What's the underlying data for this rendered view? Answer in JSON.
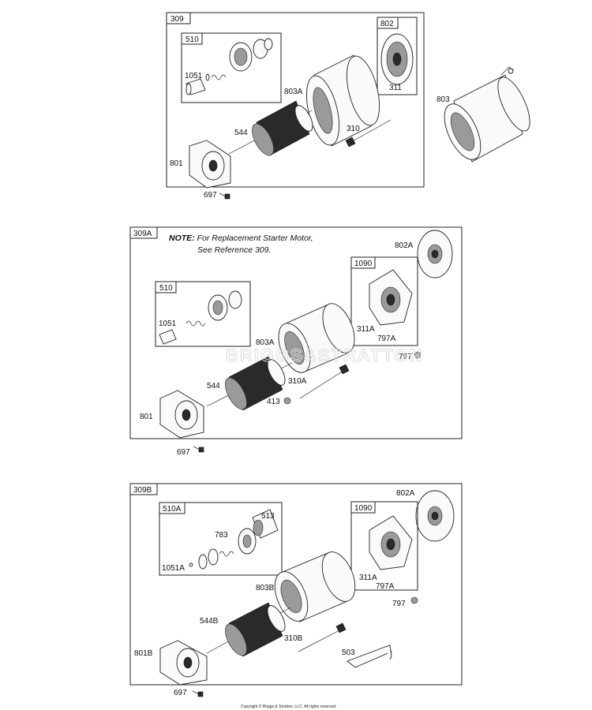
{
  "sections": [
    {
      "assembly": "309",
      "group_label": "510",
      "labels": {
        "p1051": "1051",
        "p802": "802",
        "p311": "311",
        "p803A": "803A",
        "p544": "544",
        "p310": "310",
        "p801": "801",
        "p697": "697"
      }
    },
    {
      "assembly": "309A",
      "note_line1_bold": "NOTE:",
      "note_line1": " For Replacement Starter Motor,",
      "note_line2": "See Reference 309.",
      "group_label": "510",
      "group2_label": "1090",
      "labels": {
        "p802A": "802A",
        "p1051": "1051",
        "p311A": "311A",
        "p797A": "797A",
        "p797": "797",
        "p803A": "803A",
        "p544": "544",
        "p310A": "310A",
        "p413": "413",
        "p801": "801",
        "p697": "697"
      }
    },
    {
      "assembly": "309B",
      "group_label": "510A",
      "group2_label": "1090",
      "labels": {
        "p802A": "802A",
        "p513": "513",
        "p783": "783",
        "p1051A": "1051A",
        "p311A": "311A",
        "p797A": "797A",
        "p797": "797",
        "p803B": "803B",
        "p544B": "544B",
        "p310B": "310B",
        "p503": "503",
        "p801B": "801B",
        "p697": "697"
      }
    }
  ],
  "standalone_803": "803",
  "watermark": "BRIGGS&STRATTON",
  "copyright": "Copyright © Briggs & Stratton, LLC. All rights reserved."
}
